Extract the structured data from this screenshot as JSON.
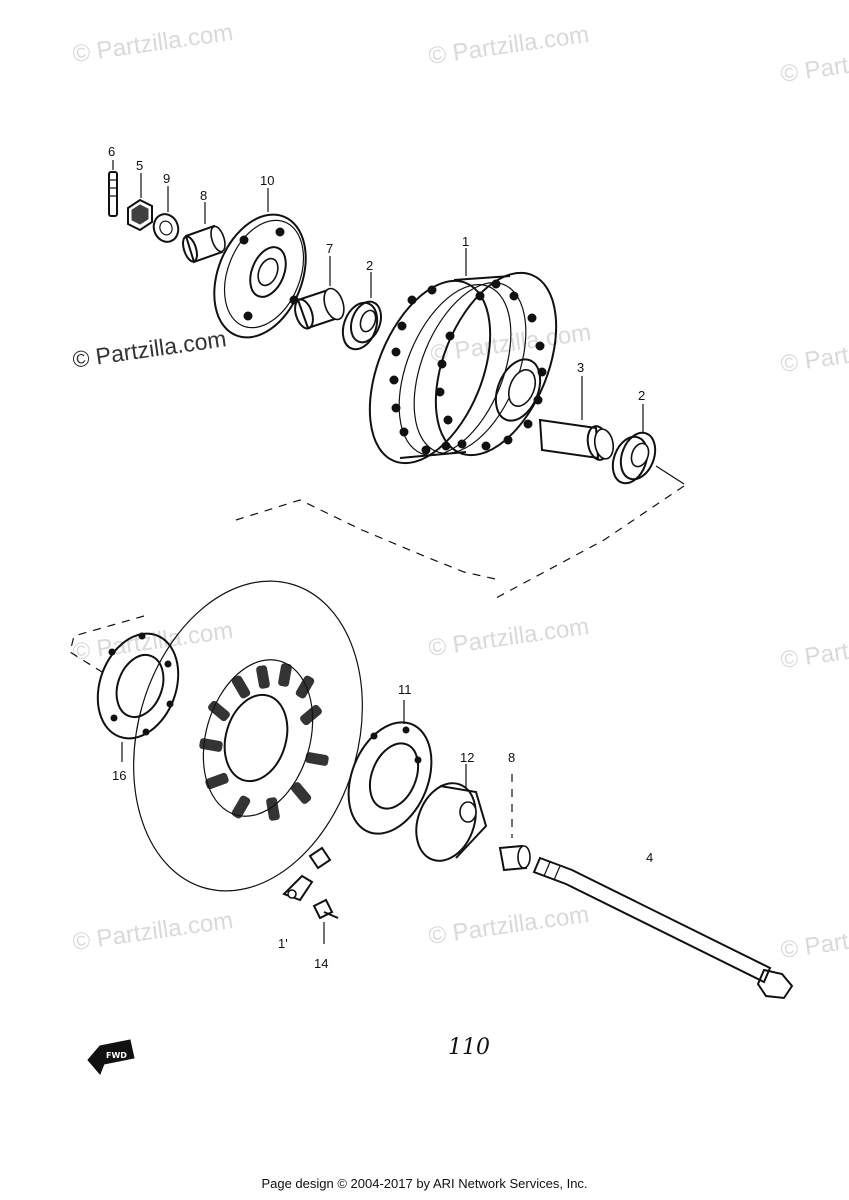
{
  "watermark": {
    "text": "© Partzilla.com",
    "color": "#d9d9d9"
  },
  "callouts": {
    "c1": "1",
    "c2a": "2",
    "c2b": "2",
    "c3": "3",
    "c4": "4",
    "c5": "5",
    "c6": "6",
    "c7": "7",
    "c8a": "8",
    "c8b": "8",
    "c9": "9",
    "c10": "10",
    "c11": "11",
    "c12": "12",
    "c13": "1'",
    "c14": "14",
    "c16": "16"
  },
  "figure_number": "110",
  "fwd_arrow_label": "FWD",
  "footer": "Page design © 2004-2017 by ARI Network Services, Inc."
}
